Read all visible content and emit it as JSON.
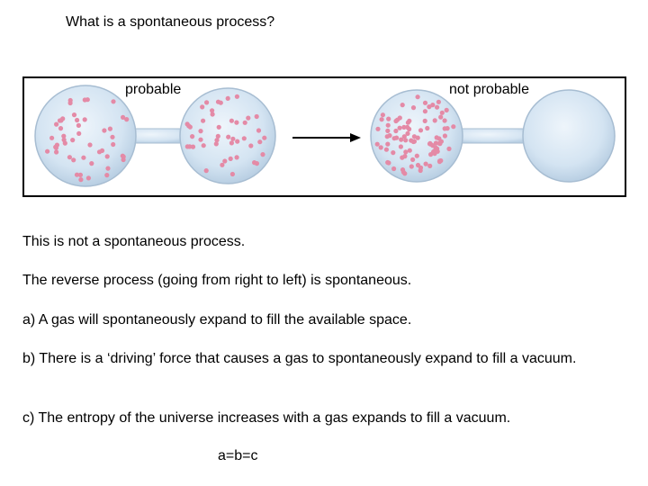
{
  "title": "What is a spontaneous process?",
  "figure": {
    "label_left": "probable",
    "label_right": "not probable"
  },
  "text": {
    "line1": "This is not a spontaneous process.",
    "line2": "The reverse process (going from right to left) is spontaneous.",
    "option_a": "a) A gas will spontaneously expand to fill the available space.",
    "option_b": "b) There is a ‘driving’ force that causes a gas to spontaneously expand to fill a vacuum.",
    "option_c": "c) The entropy of the universe increases with a gas expands to fill a vacuum.",
    "answer": "a=b=c"
  },
  "colors": {
    "bulb_fill": "#cfe0f0",
    "bulb_stroke": "#9fb6cc",
    "molecule": "#e48aa6"
  }
}
